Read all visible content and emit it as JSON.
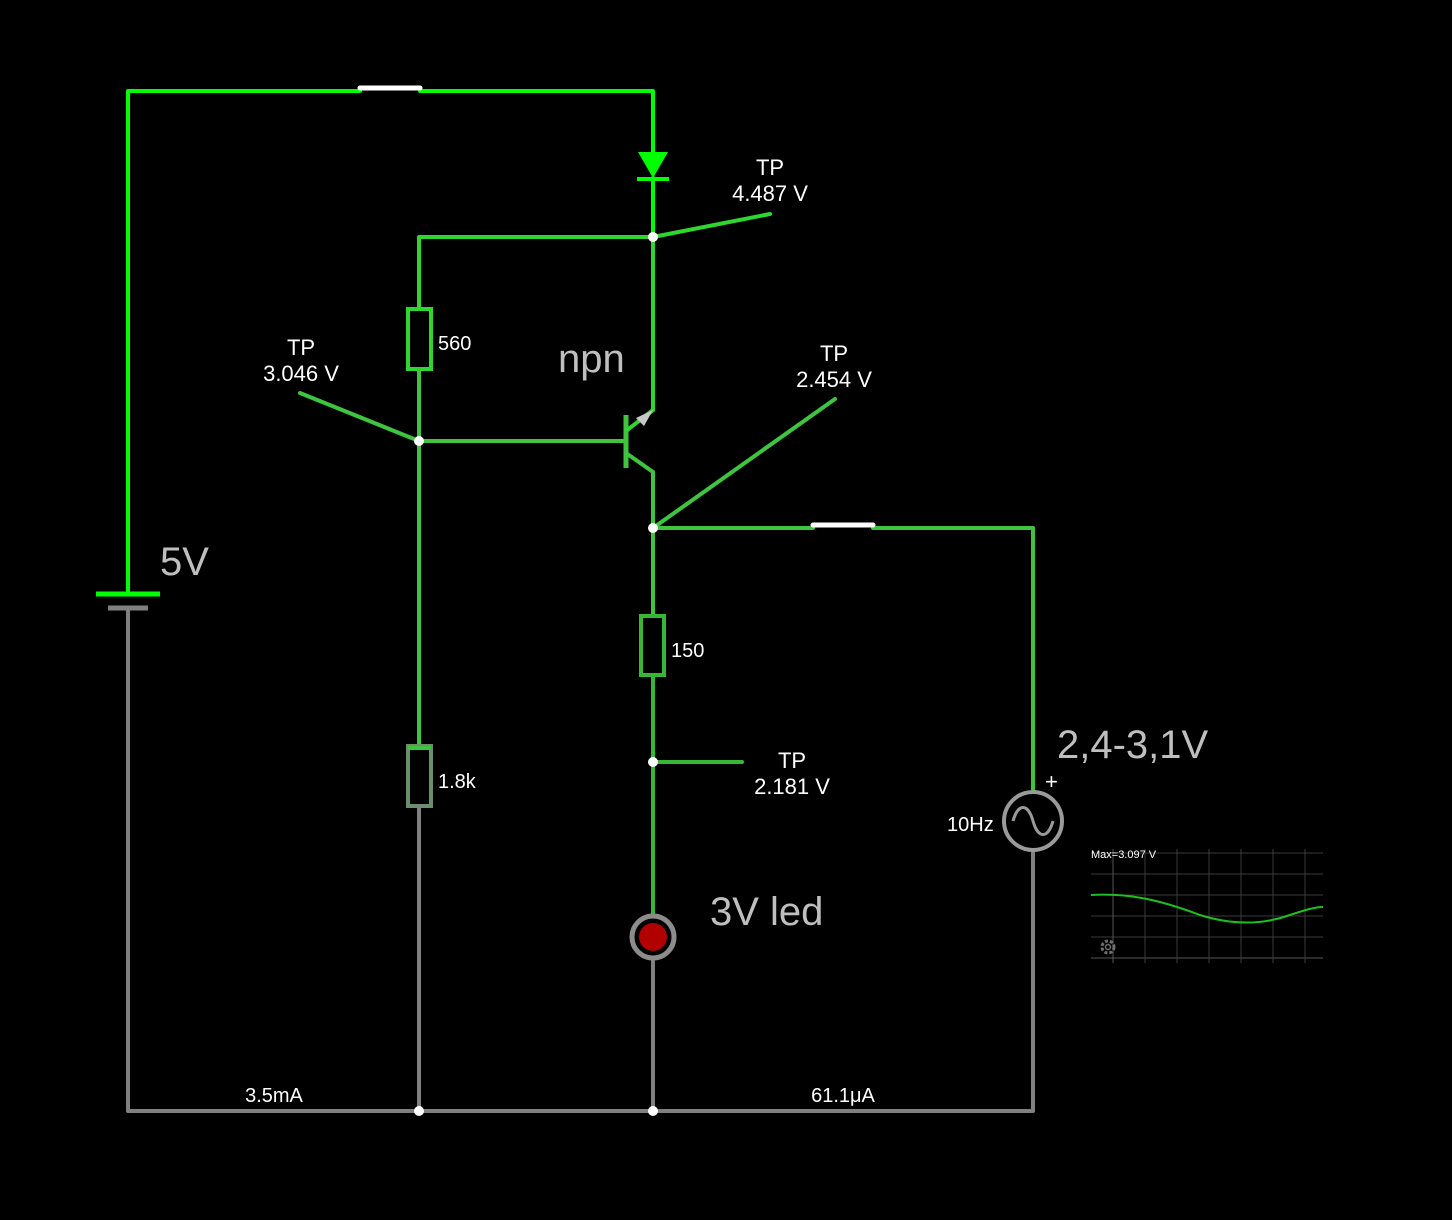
{
  "colors": {
    "background": "#000000",
    "wire_high": "#00ff00",
    "wire_mid": "#3fc43f",
    "wire_mid2": "#36b836",
    "wire_low": "#808080",
    "switch": "#ffffff",
    "led_fill": "#b00000",
    "scope_trace": "#1fbf1f"
  },
  "battery": {
    "label": "5V"
  },
  "transistor": {
    "label": "npn"
  },
  "resistors": [
    {
      "label": "560"
    },
    {
      "label": "1.8k"
    },
    {
      "label": "150"
    }
  ],
  "test_points": [
    {
      "name": "TP",
      "value": "4.487 V"
    },
    {
      "name": "TP",
      "value": "3.046 V"
    },
    {
      "name": "TP",
      "value": "2.454 V"
    },
    {
      "name": "TP",
      "value": "2.181 V"
    }
  ],
  "led": {
    "label": "3V led"
  },
  "ac_source": {
    "label": "2,4-3,1V",
    "frequency": "10Hz",
    "polarity": "+"
  },
  "scope": {
    "max_label": "Max=3.097 V",
    "settings_icon": "gear-icon"
  },
  "currents": [
    {
      "value": "3.5mA"
    },
    {
      "value": "61.1μA"
    }
  ]
}
